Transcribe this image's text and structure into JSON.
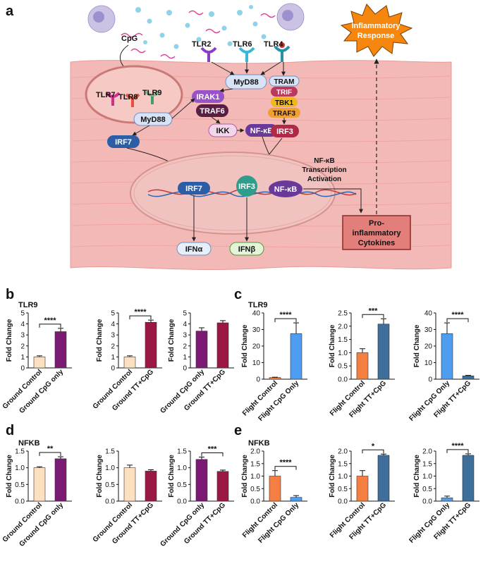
{
  "panel_letters": [
    "a",
    "b",
    "c",
    "d",
    "e"
  ],
  "panel_titles": {
    "b": "TLR9",
    "c": "TLR9",
    "d": "NFKB",
    "e": "NFKB"
  },
  "colors": {
    "ground_control": "#fde0c0",
    "ground_cpg": "#7b1a73",
    "ground_tt": "#9c1844",
    "flight_control": "#f57f40",
    "flight_cpg": "#4e9df0",
    "flight_tt": "#3d6f9a",
    "tissue": "#f3b9b6",
    "inflammatory_burst": "#f5870f",
    "cytokines_box": "#e37f7b"
  },
  "diagram": {
    "ligand": "CpG",
    "receptors": [
      "TLR2",
      "TLR6",
      "TLR4",
      "TLR7",
      "TLR8",
      "TLR9"
    ],
    "adaptors": {
      "myd88_surface": "MyD88",
      "myd88_endo": "MyD88",
      "irak1": "IRAK1",
      "traf6": "TRAF6",
      "ikk": "IKK",
      "nfkb": "NF-κB",
      "tram": "TRAM",
      "trif": "TRIF",
      "tbk1": "TBK1",
      "traf3": "TRAF3",
      "irf3": "IRF3",
      "irf7": "IRF7"
    },
    "nucleus": {
      "irf7": "IRF7",
      "irf3": "IRF3",
      "nfkb": "NF-κB",
      "activation_label": [
        "NF-κB",
        "Transcription",
        "Activation"
      ]
    },
    "outputs": {
      "ifna": "IFNα",
      "ifnb": "IFNβ"
    },
    "cytokines": [
      "Pro-",
      "inflammatory",
      "Cytokines"
    ],
    "response": [
      "Inflammatory",
      "Response"
    ]
  },
  "chart_data": [
    {
      "panel": "b",
      "type": "bar",
      "categories": [
        "Ground Control",
        "Ground CpG only"
      ],
      "values": [
        1.0,
        3.3
      ],
      "errors": [
        0.1,
        0.3
      ],
      "ylabel": "Fold Change",
      "ylim": [
        0,
        5
      ],
      "yticks": [
        0,
        1,
        2,
        3,
        4,
        5
      ],
      "tick_labels": [
        "0",
        "1",
        "2",
        "3",
        "4",
        "5"
      ],
      "significance": "****",
      "colors": [
        "#fde0c0",
        "#7b1a73"
      ]
    },
    {
      "panel": "b",
      "type": "bar",
      "categories": [
        "Ground Control",
        "Ground TT+CpG"
      ],
      "values": [
        1.0,
        4.15
      ],
      "errors": [
        0.1,
        0.2
      ],
      "ylabel": "Fold Change",
      "ylim": [
        0,
        5
      ],
      "yticks": [
        0,
        1,
        2,
        3,
        4,
        5
      ],
      "tick_labels": [
        "0",
        "1",
        "2",
        "3",
        "4",
        "5"
      ],
      "significance": "****",
      "colors": [
        "#fde0c0",
        "#9c1844"
      ]
    },
    {
      "panel": "b",
      "type": "bar",
      "categories": [
        "Ground CpG only",
        "Ground TT+CpG"
      ],
      "values": [
        3.35,
        4.1
      ],
      "errors": [
        0.3,
        0.2
      ],
      "ylabel": "Fold Change",
      "ylim": [
        0,
        5
      ],
      "yticks": [
        0,
        1,
        2,
        3,
        4,
        5
      ],
      "tick_labels": [
        "0",
        "1",
        "2",
        "3",
        "4",
        "5"
      ],
      "significance": "",
      "colors": [
        "#7b1a73",
        "#9c1844"
      ]
    },
    {
      "panel": "c",
      "type": "bar",
      "categories": [
        "Flight Control",
        "Flight CpG Only"
      ],
      "values": [
        1.0,
        27.5
      ],
      "errors": [
        0.2,
        6.5
      ],
      "ylabel": "Fold Change",
      "ylim": [
        0,
        40
      ],
      "yticks": [
        0,
        10,
        20,
        30,
        40
      ],
      "tick_labels": [
        "0",
        "10",
        "20",
        "30",
        "40"
      ],
      "significance": "****",
      "colors": [
        "#f57f40",
        "#4e9df0"
      ]
    },
    {
      "panel": "c",
      "type": "bar",
      "categories": [
        "Flight Control",
        "Flight TT+CpG"
      ],
      "values": [
        1.0,
        2.08
      ],
      "errors": [
        0.15,
        0.2
      ],
      "ylabel": "Fold Change",
      "ylim": [
        0,
        2.5
      ],
      "yticks": [
        0,
        0.5,
        1.0,
        1.5,
        2.0,
        2.5
      ],
      "tick_labels": [
        "0.0",
        "0.5",
        "1.0",
        "1.5",
        "2.0",
        "2.5"
      ],
      "significance": "***",
      "colors": [
        "#f57f40",
        "#3d6f9a"
      ]
    },
    {
      "panel": "c",
      "type": "bar",
      "categories": [
        "Flight CpG Only",
        "Flight TT+CpG"
      ],
      "values": [
        27.5,
        2.0
      ],
      "errors": [
        6.5,
        0.3
      ],
      "ylabel": "Fold Change",
      "ylim": [
        0,
        40
      ],
      "yticks": [
        0,
        10,
        20,
        30,
        40
      ],
      "tick_labels": [
        "0",
        "10",
        "20",
        "30",
        "40"
      ],
      "significance": "****",
      "colors": [
        "#4e9df0",
        "#3d6f9a"
      ]
    },
    {
      "panel": "d",
      "type": "bar",
      "categories": [
        "Ground Control",
        "Ground CpG only"
      ],
      "values": [
        1.0,
        1.27
      ],
      "errors": [
        0.03,
        0.06
      ],
      "ylabel": "Fold Change",
      "ylim": [
        0,
        1.5
      ],
      "yticks": [
        0,
        0.5,
        1.0,
        1.5
      ],
      "tick_labels": [
        "0.0",
        "0.5",
        "1.0",
        "1.5"
      ],
      "significance": "**",
      "colors": [
        "#fde0c0",
        "#7b1a73"
      ]
    },
    {
      "panel": "d",
      "type": "bar",
      "categories": [
        "Ground Control",
        "Ground TT+CpG"
      ],
      "values": [
        1.0,
        0.9
      ],
      "errors": [
        0.08,
        0.04
      ],
      "ylabel": "Fold Change",
      "ylim": [
        0,
        1.5
      ],
      "yticks": [
        0,
        0.5,
        1.0,
        1.5
      ],
      "tick_labels": [
        "0.0",
        "0.5",
        "1.0",
        "1.5"
      ],
      "significance": "",
      "colors": [
        "#fde0c0",
        "#9c1844"
      ]
    },
    {
      "panel": "d",
      "type": "bar",
      "categories": [
        "Ground CpG only",
        "Ground TT+CpG"
      ],
      "values": [
        1.25,
        0.89
      ],
      "errors": [
        0.07,
        0.04
      ],
      "ylabel": "Fold Change",
      "ylim": [
        0,
        1.5
      ],
      "yticks": [
        0,
        0.5,
        1.0,
        1.5
      ],
      "tick_labels": [
        "0.0",
        "0.5",
        "1.0",
        "1.5"
      ],
      "significance": "***",
      "colors": [
        "#7b1a73",
        "#9c1844"
      ]
    },
    {
      "panel": "e",
      "type": "bar",
      "categories": [
        "Flight Control",
        "Flight CpG Only"
      ],
      "values": [
        1.0,
        0.15
      ],
      "errors": [
        0.22,
        0.07
      ],
      "ylabel": "Fold Change",
      "ylim": [
        0,
        2.0
      ],
      "yticks": [
        0,
        0.5,
        1.0,
        1.5,
        2.0
      ],
      "tick_labels": [
        "0.0",
        "0.5",
        "1.0",
        "1.5",
        "2.0"
      ],
      "significance": "****",
      "colors": [
        "#f57f40",
        "#4e9df0"
      ]
    },
    {
      "panel": "e",
      "type": "bar",
      "categories": [
        "Flight Control",
        "Flight TT+CpG"
      ],
      "values": [
        1.0,
        1.83
      ],
      "errors": [
        0.22,
        0.05
      ],
      "ylabel": "Fold Change",
      "ylim": [
        0,
        2.0
      ],
      "yticks": [
        0,
        0.5,
        1.0,
        1.5,
        2.0
      ],
      "tick_labels": [
        "0.0",
        "0.5",
        "1.0",
        "1.5",
        "2.0"
      ],
      "significance": "*",
      "colors": [
        "#f57f40",
        "#3d6f9a"
      ]
    },
    {
      "panel": "e",
      "type": "bar",
      "categories": [
        "Flight CpG Only",
        "Flight TT+CpG"
      ],
      "values": [
        0.13,
        1.83
      ],
      "errors": [
        0.07,
        0.06
      ],
      "ylabel": "Fold Change",
      "ylim": [
        0,
        2.0
      ],
      "yticks": [
        0,
        0.5,
        1.0,
        1.5,
        2.0
      ],
      "tick_labels": [
        "0.0",
        "0.5",
        "1.0",
        "1.5",
        "2.0"
      ],
      "significance": "****",
      "colors": [
        "#4e9df0",
        "#3d6f9a"
      ]
    }
  ]
}
